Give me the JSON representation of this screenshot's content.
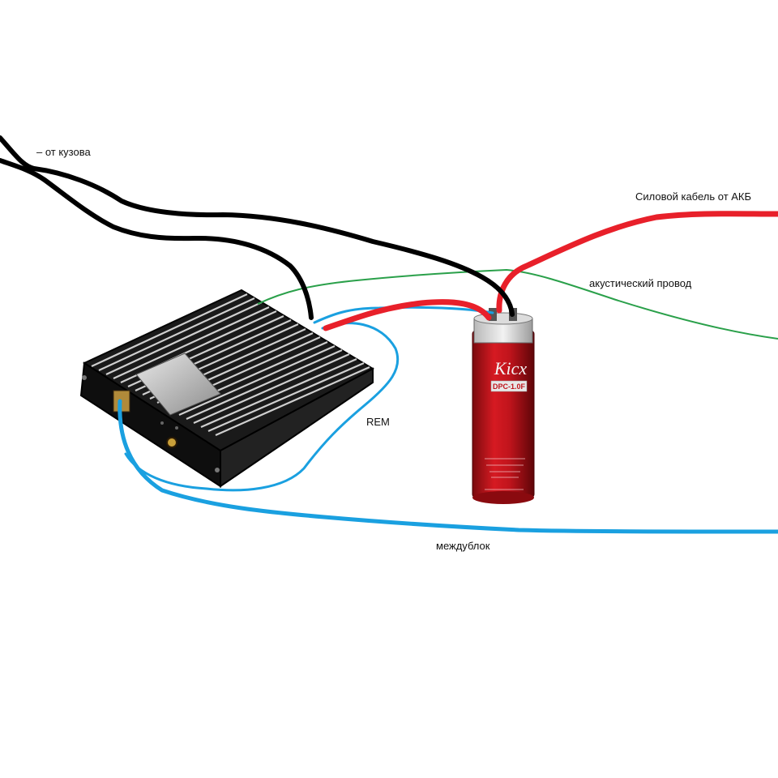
{
  "labels": {
    "ground": "– от кузова",
    "power_cable": "Силовой кабель от АКБ",
    "speaker_wire": "акустический провод",
    "rem": "REM",
    "interconnect": "междублок"
  },
  "capacitor": {
    "brand": "Kicx",
    "model": "DPC-1.0F"
  },
  "colors": {
    "ground_wire": "#000000",
    "power_wire": "#e8202a",
    "speaker_wire": "#2aa04a",
    "signal_wire": "#1aa0e0",
    "capacitor_body": "#c0141c",
    "amplifier_body": "#141414"
  }
}
